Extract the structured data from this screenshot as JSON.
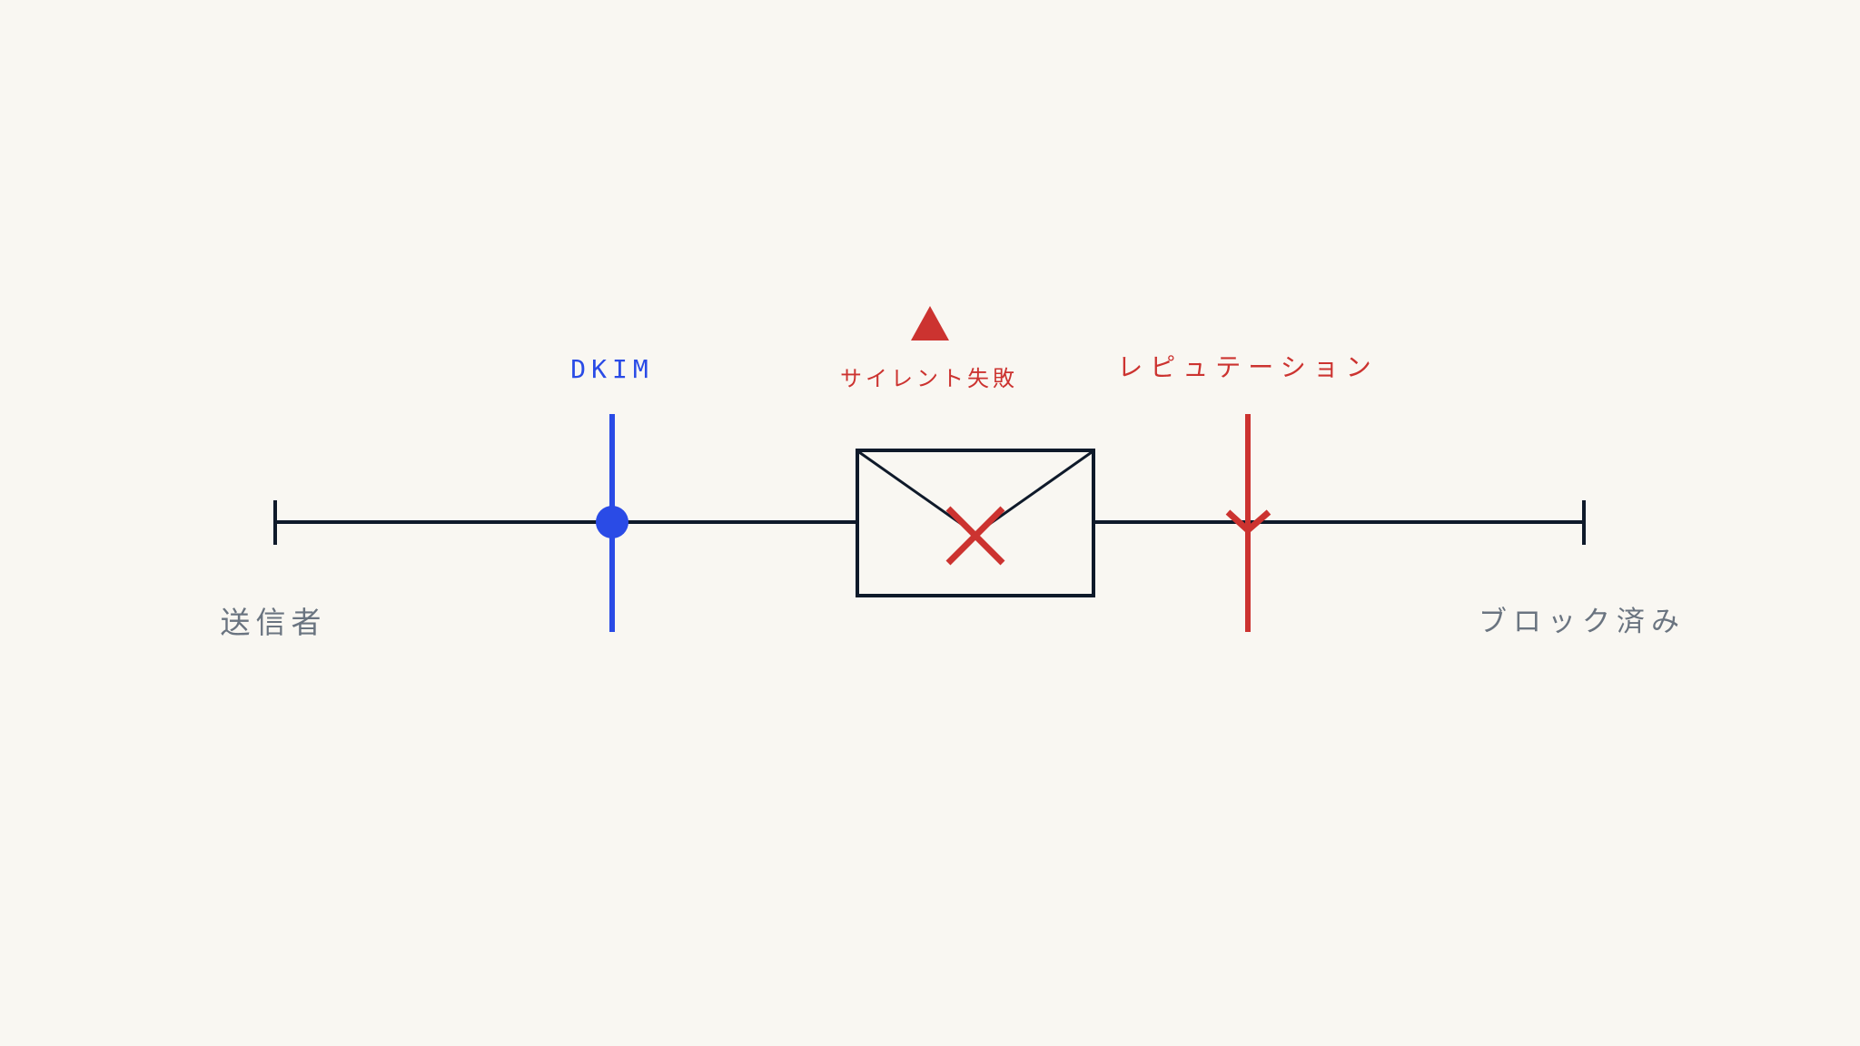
{
  "diagram": {
    "start_label": "送信者",
    "end_label": "ブロック済み",
    "checkpoints": {
      "dkim_label": "DKIM",
      "reputation_label": "レピュテーション"
    },
    "failure": {
      "label": "サイレント失敗",
      "warning_icon": "warning-triangle-icon",
      "envelope_icon": "envelope-icon",
      "mark_icon": "x-mark-icon"
    }
  },
  "colors": {
    "background": "#f9f7f2",
    "line": "#0f1a2a",
    "pass": "#2a4be6",
    "fail": "#cc3330",
    "muted": "#6a7480"
  }
}
